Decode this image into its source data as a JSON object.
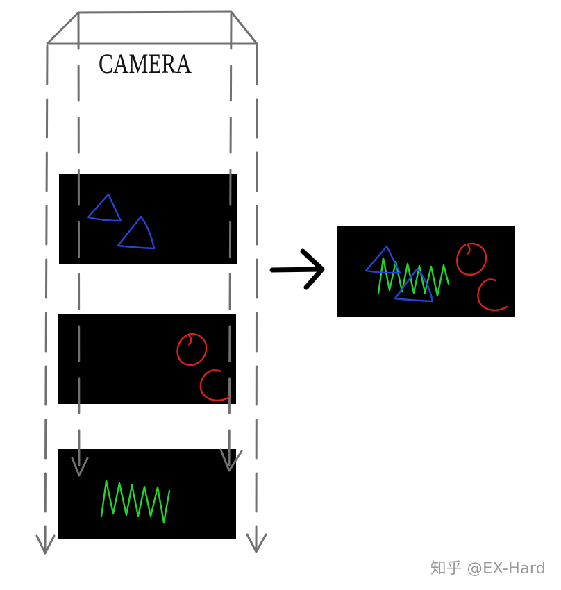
{
  "diagram": {
    "camera_label": "CAMERA",
    "watermark": "知乎 @EX-Hard"
  },
  "colors": {
    "background": "#ffffff",
    "layer": "#000000",
    "frame_line": "#707070",
    "triangle": "#2444d8",
    "circle": "#d8201e",
    "zigzag": "#22d42e",
    "arrow": "#000000"
  },
  "icons": [
    "camera-frustum",
    "dashed-projection-lines",
    "right-arrow-icon"
  ]
}
